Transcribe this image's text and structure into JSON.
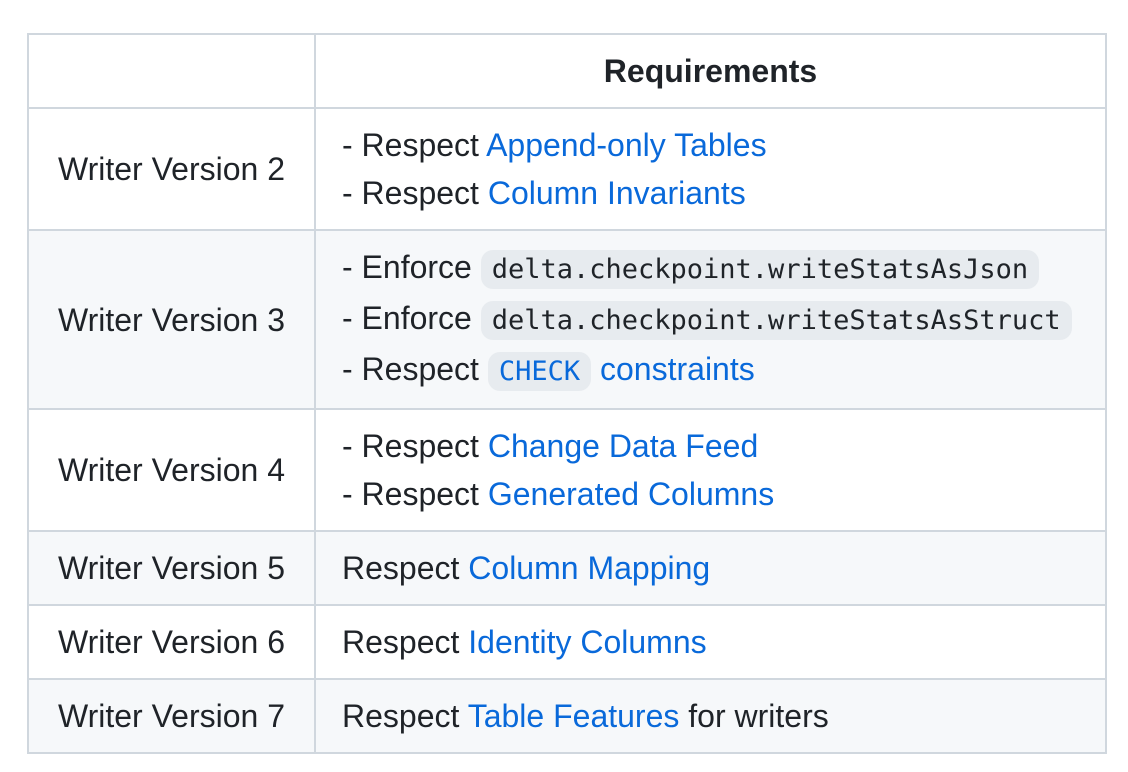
{
  "colors": {
    "text": "#1f2328",
    "link": "#0969da",
    "border": "#d0d7de",
    "zebra_row_background": "#f6f8fa",
    "inline_code_background": "rgba(175,184,193,0.2)"
  },
  "table": {
    "columns": [
      {
        "header": ""
      },
      {
        "header": "Requirements"
      }
    ],
    "rows": [
      {
        "version": "Writer Version 2",
        "lines": [
          [
            {
              "type": "text",
              "text": "- Respect "
            },
            {
              "type": "link",
              "text": "Append-only Tables"
            }
          ],
          [
            {
              "type": "text",
              "text": "- Respect "
            },
            {
              "type": "link",
              "text": "Column Invariants"
            }
          ]
        ]
      },
      {
        "version": "Writer Version 3",
        "lines": [
          [
            {
              "type": "text",
              "text": "- Enforce "
            },
            {
              "type": "code",
              "text": "delta.checkpoint.writeStatsAsJson"
            }
          ],
          [
            {
              "type": "text",
              "text": "- Enforce "
            },
            {
              "type": "code",
              "text": "delta.checkpoint.writeStatsAsStruct"
            }
          ],
          [
            {
              "type": "text",
              "text": "- Respect "
            },
            {
              "type": "code-link",
              "text": "CHECK"
            },
            {
              "type": "text",
              "text": " "
            },
            {
              "type": "link",
              "text": "constraints"
            }
          ]
        ]
      },
      {
        "version": "Writer Version 4",
        "lines": [
          [
            {
              "type": "text",
              "text": "- Respect "
            },
            {
              "type": "link",
              "text": "Change Data Feed"
            }
          ],
          [
            {
              "type": "text",
              "text": "- Respect "
            },
            {
              "type": "link",
              "text": "Generated Columns"
            }
          ]
        ]
      },
      {
        "version": "Writer Version 5",
        "lines": [
          [
            {
              "type": "text",
              "text": "Respect "
            },
            {
              "type": "link",
              "text": "Column Mapping"
            }
          ]
        ]
      },
      {
        "version": "Writer Version 6",
        "lines": [
          [
            {
              "type": "text",
              "text": "Respect "
            },
            {
              "type": "link",
              "text": "Identity Columns"
            }
          ]
        ]
      },
      {
        "version": "Writer Version 7",
        "lines": [
          [
            {
              "type": "text",
              "text": "Respect "
            },
            {
              "type": "link",
              "text": "Table Features"
            },
            {
              "type": "text",
              "text": " for writers"
            }
          ]
        ]
      }
    ]
  }
}
